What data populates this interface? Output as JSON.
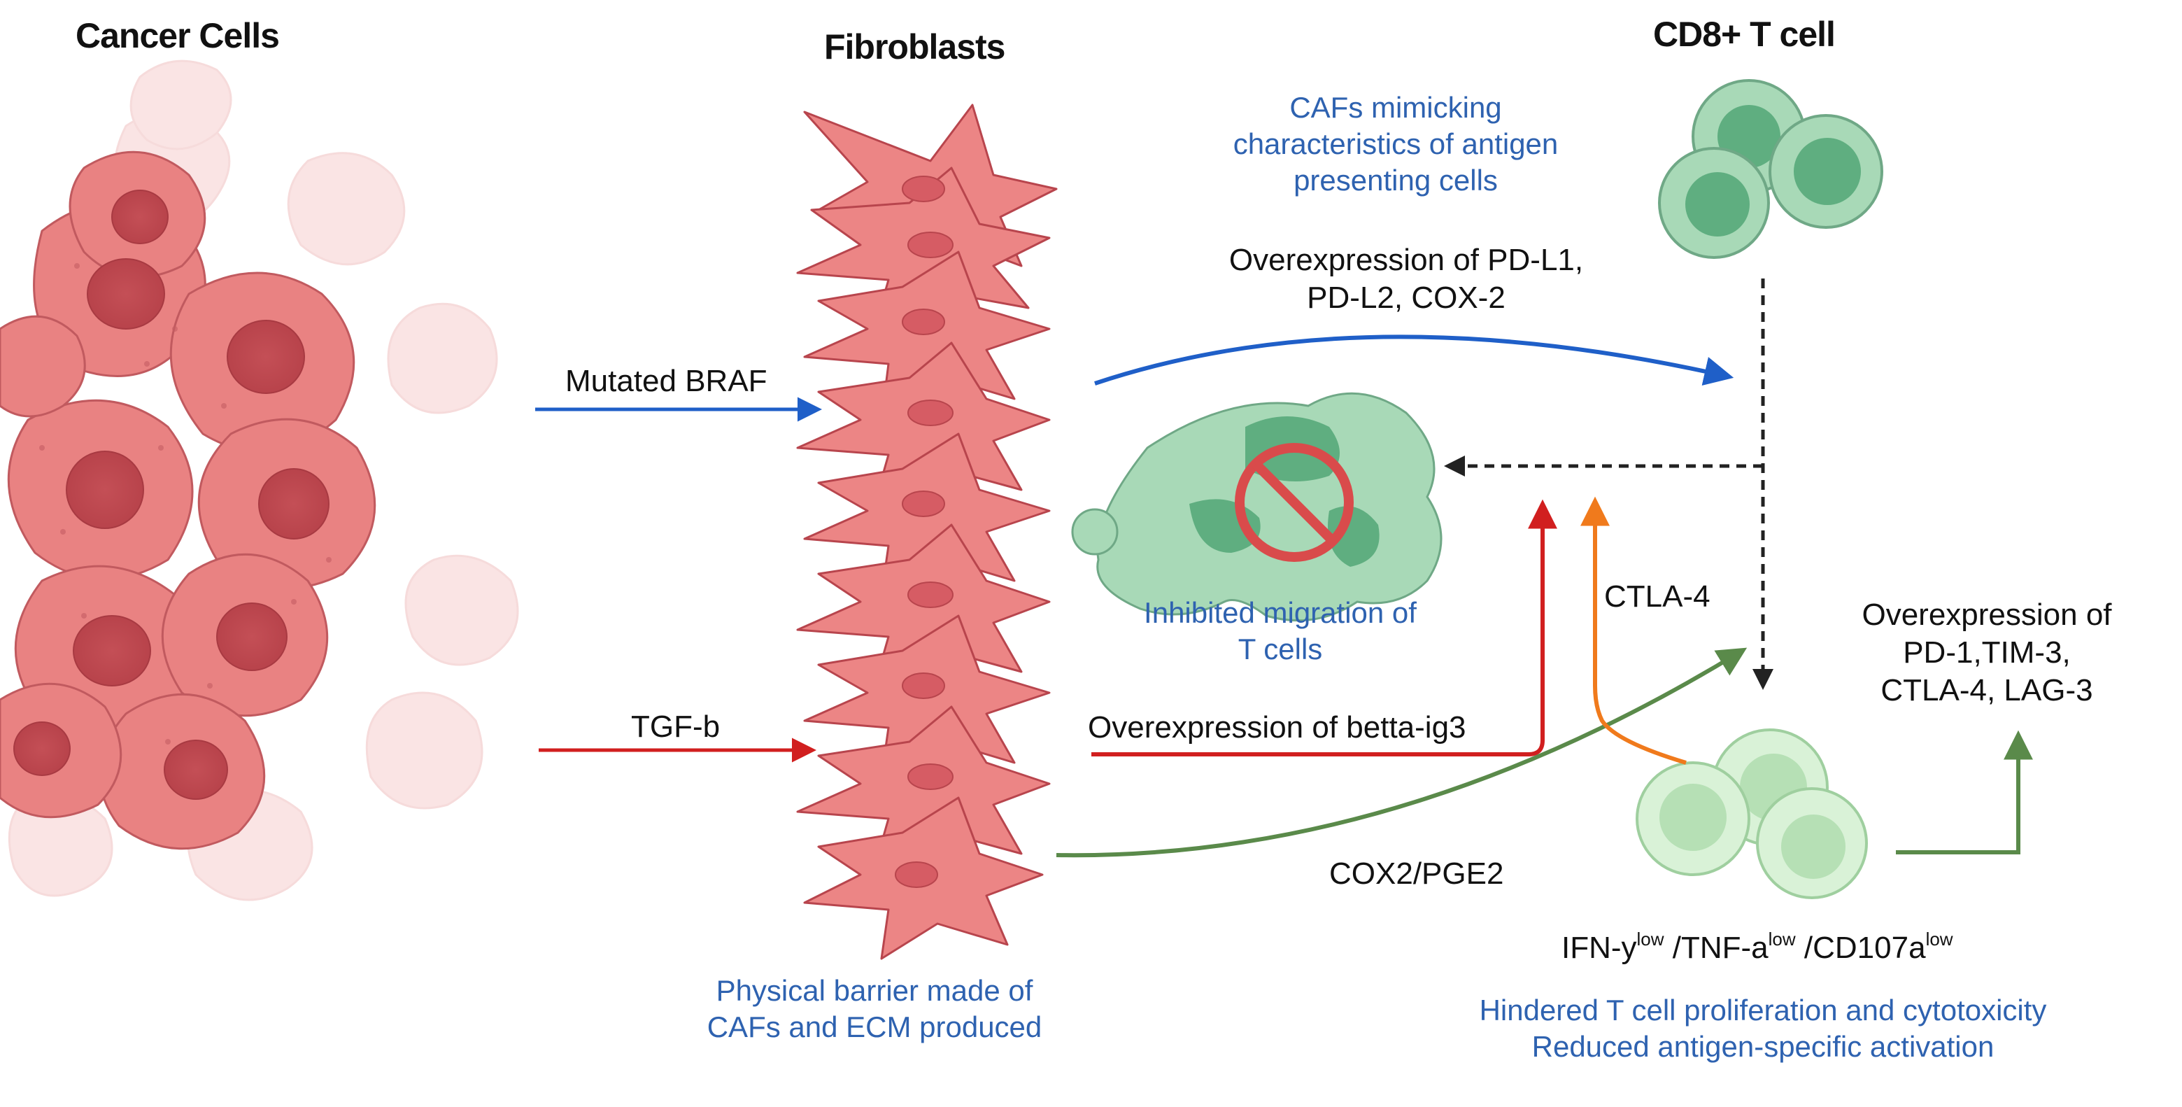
{
  "headers": {
    "cancer": "Cancer Cells",
    "fibro": "Fibroblasts",
    "cd8": "CD8+ T cell"
  },
  "labels": {
    "mutated_braf": "Mutated BRAF",
    "tgfb": "TGF-b",
    "caf_line1": "CAFs mimicking",
    "caf_line2": "characteristics of antigen",
    "caf_line3": "presenting cells",
    "pdl1_line1": "Overexpression of PD-L1,",
    "pdl1_line2": "PD-L2, COX-2",
    "inhibited_line1": "Inhibited migration of",
    "inhibited_line2": "T cells",
    "ctla4": "CTLA-4",
    "betta": "Overexpression of betta-ig3",
    "cox2pge2": "COX2/PGE2",
    "over_line1": "Overexpression of",
    "over_line2": "PD-1,TIM-3,",
    "over_line3": "CTLA-4, LAG-3",
    "ifn": "IFN-y",
    "ifn_sup": "low",
    "tnf": " /TNF-a",
    "tnf_sup": "low",
    "cd107": " /CD107a",
    "cd107_sup": "low",
    "barrier_line1": "Physical barrier made of",
    "barrier_line2": "CAFs and ECM produced",
    "hindered_line1": "Hindered T cell proliferation and cytotoxicity",
    "hindered_line2": "Reduced antigen-specific activation"
  },
  "colors": {
    "blue_arrow": "#1f5fc8",
    "red_arrow": "#d11f1f",
    "green_arrow": "#5a8a4a",
    "orange_arrow": "#f07a1c",
    "dashed": "#222222",
    "blue_text": "#2e62b0",
    "cancer_cell": "#e47a7a",
    "fibroblast": "#ec8585",
    "tcell_dark": "#7dc49a",
    "tcell_light": "#cdeccc",
    "prohibit": "#d94b4b"
  }
}
